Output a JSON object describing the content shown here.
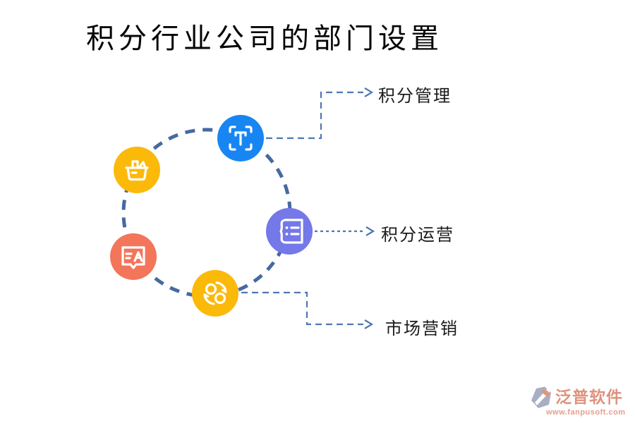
{
  "title": "积分行业公司的部门设置",
  "diagram": {
    "circle": {
      "style": "dashed",
      "color": "#46699f"
    },
    "connector_color": "#4e76b4",
    "nodes": [
      {
        "name": "text-scan",
        "color": "#1886f2"
      },
      {
        "name": "shopping-basket",
        "color": "#fbb90a"
      },
      {
        "name": "translate-bubble",
        "color": "#f3755a"
      },
      {
        "name": "sync-transfer",
        "color": "#fbb90a"
      },
      {
        "name": "ticket-list",
        "color": "#7578e8"
      }
    ],
    "labels": [
      {
        "text": "积分管理"
      },
      {
        "text": "积分运营"
      },
      {
        "text": "市场营销"
      }
    ]
  },
  "watermark": {
    "brand": "泛普软件",
    "url": "www.fanpusoft.com",
    "color": "#df927d"
  }
}
